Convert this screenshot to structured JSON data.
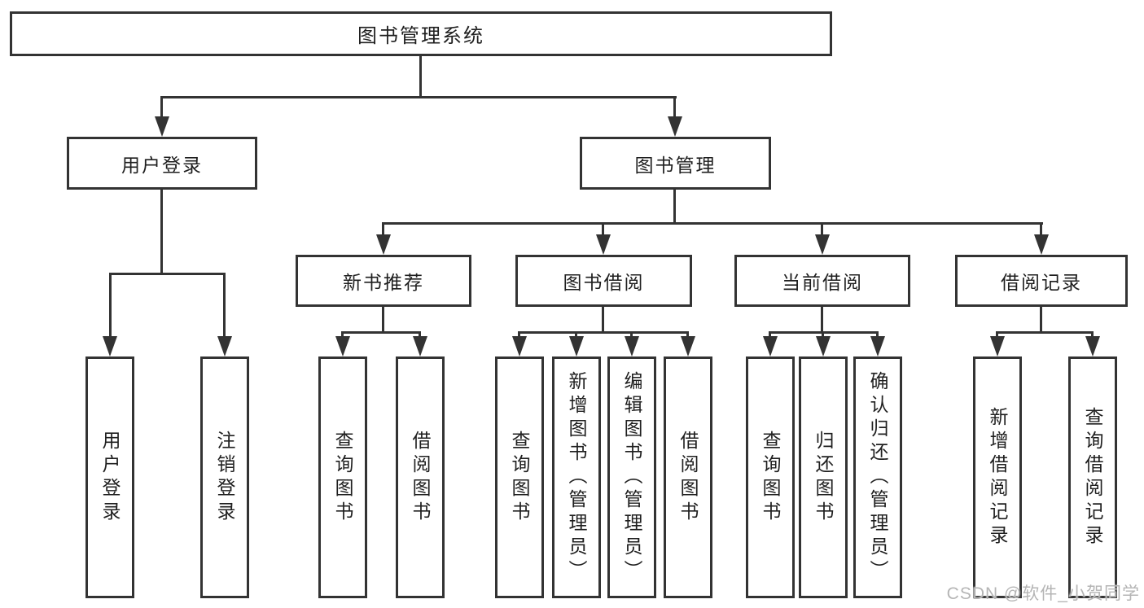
{
  "nodes": {
    "root": "图书管理系统",
    "user_login": "用户登录",
    "book_mgmt": "图书管理",
    "leaf_user_login": "用户登录",
    "leaf_logout": "注销登录",
    "new_book_rec": "新书推荐",
    "book_borrow": "图书借阅",
    "current_borrow": "当前借阅",
    "borrow_records": "借阅记录",
    "nb_query_book": "查询图书",
    "nb_borrow_book": "借阅图书",
    "bb_query_book": "查询图书",
    "bb_add_book": "新增图书（管理员）",
    "bb_edit_book": "编辑图书（管理员）",
    "bb_borrow_book": "借阅图书",
    "cb_query_book": "查询图书",
    "cb_return_book": "归还图书",
    "cb_confirm_return": "确认归还（管理员）",
    "br_add_record": "新增借阅记录",
    "br_query_record": "查询借阅记录"
  },
  "watermark": {
    "text": "CSDN @软件_小贺同学"
  },
  "colors": {
    "line": "#333333",
    "text": "#1f1f1f",
    "box_bg": "#ffffff",
    "background": "#ffffff",
    "watermark": "#b5b5b5"
  }
}
